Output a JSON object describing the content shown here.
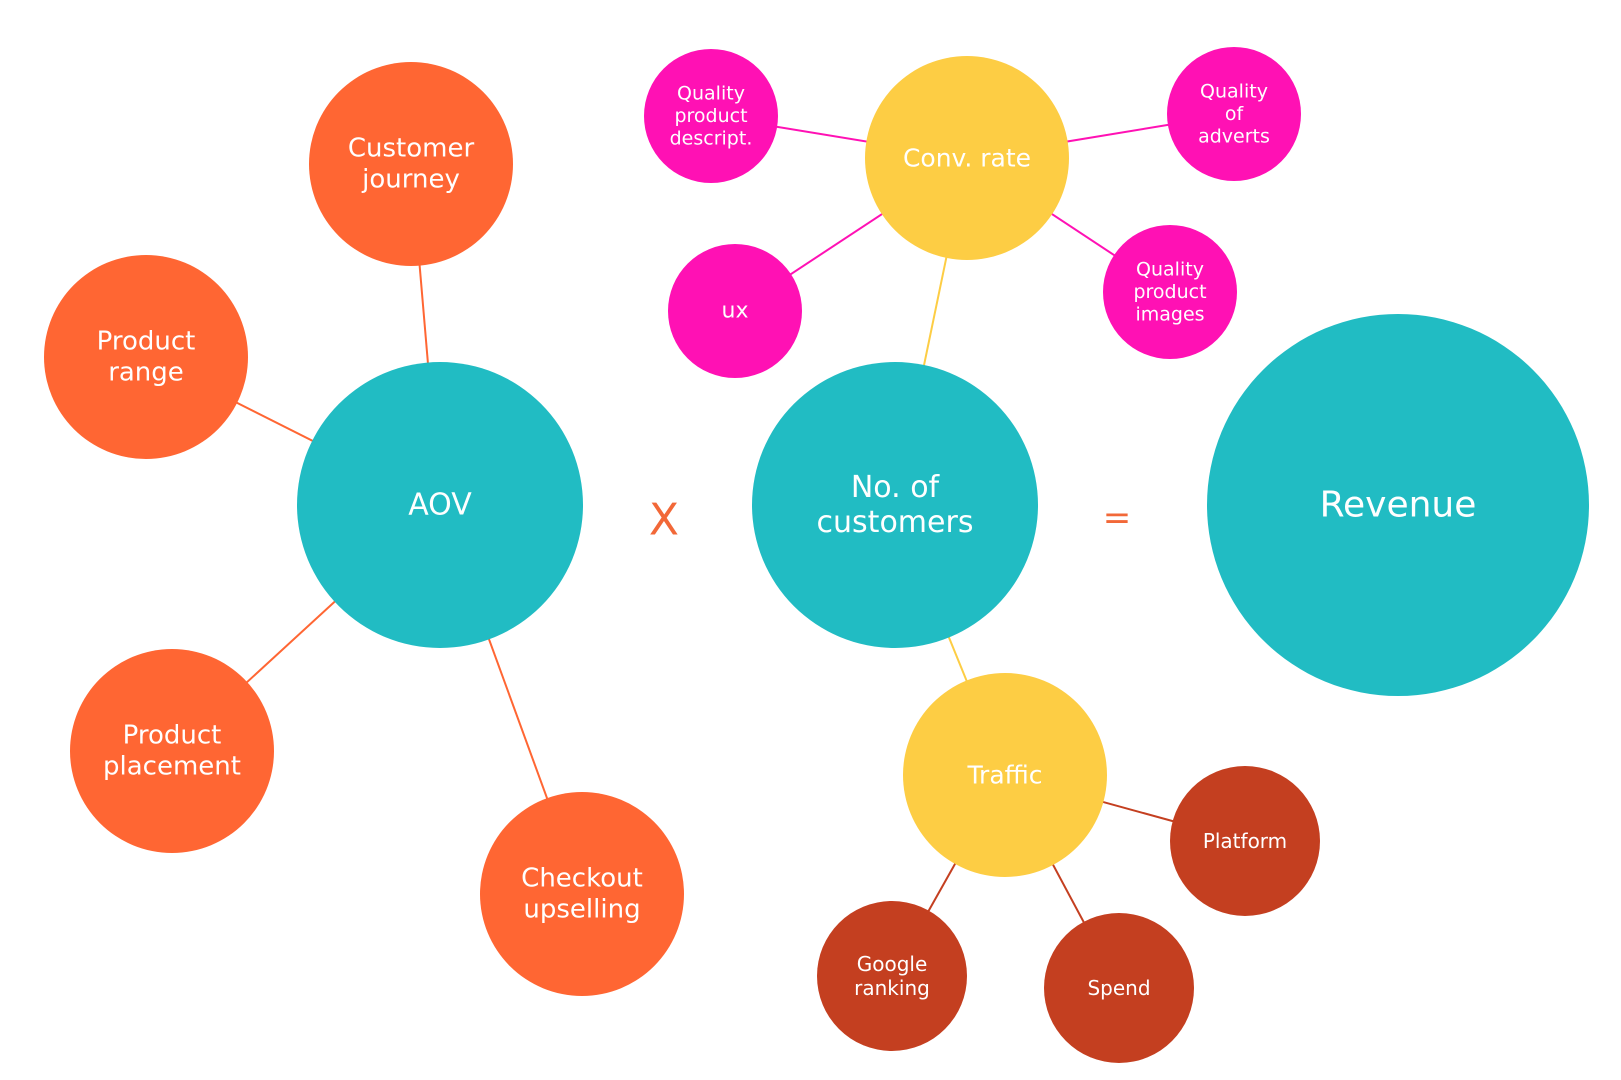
{
  "colors": {
    "teal": "#21bcc3",
    "orange": "#ff6633",
    "yellow": "#fdcd44",
    "magenta": "#ff11b4",
    "brown": "#c43f20",
    "operator": "#f26838"
  },
  "operators": {
    "multiply": "X",
    "equals": "="
  },
  "nodes": {
    "aov": {
      "lines": [
        "AOV"
      ],
      "color": "teal"
    },
    "customers": {
      "lines": [
        "No. of",
        "customers"
      ],
      "color": "teal"
    },
    "revenue": {
      "lines": [
        "Revenue"
      ],
      "color": "teal"
    },
    "customer_journey": {
      "lines": [
        "Customer",
        "journey"
      ],
      "color": "orange"
    },
    "product_range": {
      "lines": [
        "Product",
        "range"
      ],
      "color": "orange"
    },
    "product_placement": {
      "lines": [
        "Product",
        "placement"
      ],
      "color": "orange"
    },
    "checkout_upselling": {
      "lines": [
        "Checkout",
        "upselling"
      ],
      "color": "orange"
    },
    "conv_rate": {
      "lines": [
        "Conv. rate"
      ],
      "color": "yellow"
    },
    "traffic": {
      "lines": [
        "Traffic"
      ],
      "color": "yellow"
    },
    "quality_descript": {
      "lines": [
        "Quality",
        "product",
        "descript."
      ],
      "color": "magenta"
    },
    "quality_adverts": {
      "lines": [
        "Quality",
        "of",
        "adverts"
      ],
      "color": "magenta"
    },
    "ux": {
      "lines": [
        "ux"
      ],
      "color": "magenta"
    },
    "quality_images": {
      "lines": [
        "Quality",
        "product",
        "images"
      ],
      "color": "magenta"
    },
    "platform": {
      "lines": [
        "Platform"
      ],
      "color": "brown"
    },
    "google_ranking": {
      "lines": [
        "Google",
        "ranking"
      ],
      "color": "brown"
    },
    "spend": {
      "lines": [
        "Spend"
      ],
      "color": "brown"
    }
  },
  "edges": [
    {
      "from": "aov",
      "to": "customer_journey",
      "color": "orange"
    },
    {
      "from": "aov",
      "to": "product_range",
      "color": "orange"
    },
    {
      "from": "aov",
      "to": "product_placement",
      "color": "orange"
    },
    {
      "from": "aov",
      "to": "checkout_upselling",
      "color": "orange"
    },
    {
      "from": "customers",
      "to": "conv_rate",
      "color": "yellow"
    },
    {
      "from": "customers",
      "to": "traffic",
      "color": "yellow"
    },
    {
      "from": "conv_rate",
      "to": "quality_descript",
      "color": "magenta"
    },
    {
      "from": "conv_rate",
      "to": "quality_adverts",
      "color": "magenta"
    },
    {
      "from": "conv_rate",
      "to": "ux",
      "color": "magenta"
    },
    {
      "from": "conv_rate",
      "to": "quality_images",
      "color": "magenta"
    },
    {
      "from": "traffic",
      "to": "platform",
      "color": "brown"
    },
    {
      "from": "traffic",
      "to": "google_ranking",
      "color": "brown"
    },
    {
      "from": "traffic",
      "to": "spend",
      "color": "brown"
    }
  ]
}
